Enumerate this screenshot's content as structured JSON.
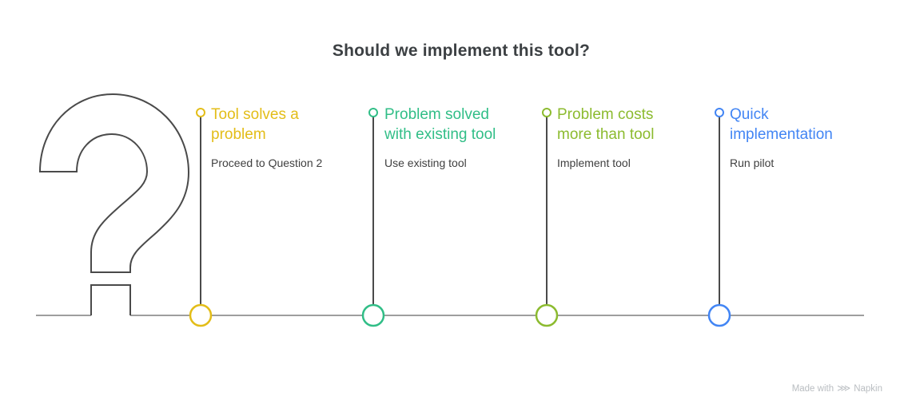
{
  "diagram": {
    "title": "Should we implement this tool?",
    "colors": {
      "title_text": "#3c4043",
      "subtitle_text": "#3f3f3f",
      "line_dark": "#4a4a4a",
      "baseline_gray": "#9e9e9e",
      "node_fill": "#ffffff",
      "yellow": "#e3bd18",
      "green": "#31be87",
      "olive": "#8cbb2f",
      "blue": "#4285f4"
    },
    "milestones": [
      {
        "title": "Tool solves a\nproblem",
        "subtitle": "Proceed to Question 2",
        "color": "#e3bd18"
      },
      {
        "title": "Problem solved\nwith existing tool",
        "subtitle": "Use existing tool",
        "color": "#31be87"
      },
      {
        "title": "Problem costs\nmore than tool",
        "subtitle": "Implement tool",
        "color": "#8cbb2f"
      },
      {
        "title": "Quick\nimplementation",
        "subtitle": "Run pilot",
        "color": "#4285f4"
      }
    ],
    "watermark": {
      "prefix": "Made with",
      "logo_icon": "⋙",
      "brand": "Napkin"
    }
  }
}
